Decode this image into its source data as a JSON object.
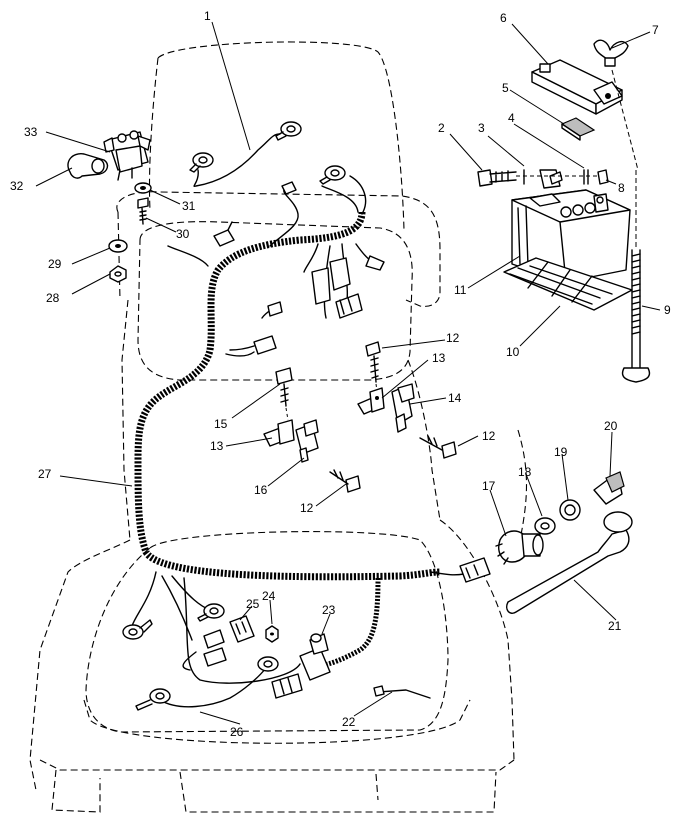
{
  "callouts": [
    {
      "id": "c1",
      "label": "1"
    },
    {
      "id": "c2",
      "label": "2"
    },
    {
      "id": "c3",
      "label": "3"
    },
    {
      "id": "c4",
      "label": "4"
    },
    {
      "id": "c5",
      "label": "5"
    },
    {
      "id": "c6",
      "label": "6"
    },
    {
      "id": "c7",
      "label": "7"
    },
    {
      "id": "c8",
      "label": "8"
    },
    {
      "id": "c9",
      "label": "9"
    },
    {
      "id": "c10",
      "label": "10"
    },
    {
      "id": "c11",
      "label": "11"
    },
    {
      "id": "c12a",
      "label": "12"
    },
    {
      "id": "c12b",
      "label": "12"
    },
    {
      "id": "c12c",
      "label": "12"
    },
    {
      "id": "c13a",
      "label": "13"
    },
    {
      "id": "c13b",
      "label": "13"
    },
    {
      "id": "c14",
      "label": "14"
    },
    {
      "id": "c15",
      "label": "15"
    },
    {
      "id": "c16",
      "label": "16"
    },
    {
      "id": "c17",
      "label": "17"
    },
    {
      "id": "c18",
      "label": "18"
    },
    {
      "id": "c19",
      "label": "19"
    },
    {
      "id": "c20",
      "label": "20"
    },
    {
      "id": "c21",
      "label": "21"
    },
    {
      "id": "c22",
      "label": "22"
    },
    {
      "id": "c23",
      "label": "23"
    },
    {
      "id": "c24",
      "label": "24"
    },
    {
      "id": "c25",
      "label": "25"
    },
    {
      "id": "c26",
      "label": "26"
    },
    {
      "id": "c27",
      "label": "27"
    },
    {
      "id": "c28",
      "label": "28"
    },
    {
      "id": "c29",
      "label": "29"
    },
    {
      "id": "c30",
      "label": "30"
    },
    {
      "id": "c31",
      "label": "31"
    },
    {
      "id": "c32",
      "label": "32"
    },
    {
      "id": "c33",
      "label": "33"
    }
  ]
}
